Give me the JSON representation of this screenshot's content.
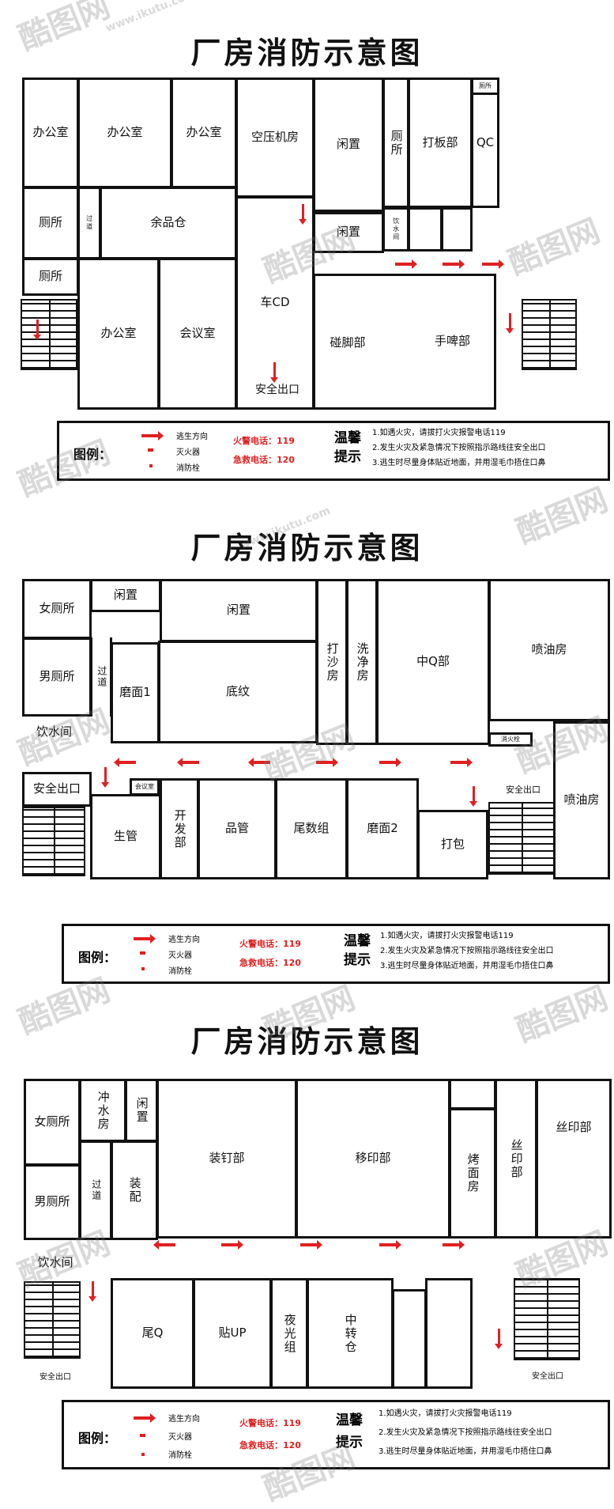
{
  "panels": [
    {
      "title": "厂房消防示意图",
      "rooms": {
        "office1": "办公室",
        "office2": "办公室",
        "office3": "办公室",
        "compressor": "空压机房",
        "idle1": "闲置",
        "toilet_v": "厕所",
        "board": "打板部",
        "qc": "QC",
        "wc_small": "厕所",
        "toilet2": "厕所",
        "corridor": "过道",
        "surplus": "余品仓",
        "toilet3": "厕所",
        "idle2": "闲置",
        "drink": "饮水间",
        "office4": "办公室",
        "meeting": "会议室",
        "car_cd": "车CD",
        "exit": "安全出口",
        "pedal": "碰脚部",
        "hand_beer": "手啤部"
      },
      "legend": {
        "title": "图例：",
        "items": [
          "逃生方向",
          "灭火器",
          "消防栓"
        ],
        "fire_phone": "火警电话：119",
        "emergency_phone": "急救电话：120",
        "warm": "温馨",
        "tip": "提示",
        "tips": [
          "1.如遇火灾，请拔打火灾报警电话119",
          "2.发生火灾及紧急情况下按照指示路线往安全出口",
          "3.逃生时尽量身体贴近地面，并用湿毛巾捂住口鼻"
        ]
      }
    },
    {
      "title": "厂房消防示意图",
      "rooms": {
        "women_wc": "女厕所",
        "idle_a": "闲置",
        "idle_b": "闲置",
        "sandblast": "打沙房",
        "wash": "洗净房",
        "mid_q": "中Q部",
        "spray": "喷油房",
        "corridor": "过道",
        "grind1": "磨面1",
        "texture": "底纹",
        "men_wc": "男厕所",
        "drink": "饮水间",
        "exit_left": "安全出口",
        "meeting_small": "会议室",
        "production": "生管",
        "develop": "开发部",
        "quality": "品管",
        "tail": "尾数组",
        "grind2": "磨面2",
        "pack": "打包",
        "exit_right": "安全出口",
        "spray2": "喷油房",
        "small_label": "消火栓"
      },
      "legend": {
        "title": "图例：",
        "items": [
          "逃生方向",
          "灭火器",
          "消防栓"
        ],
        "fire_phone": "火警电话：119",
        "emergency_phone": "急救电话：120",
        "warm": "温馨",
        "tip": "提示",
        "tips": [
          "1.如遇火灾，请拔打火灾报警电话119",
          "2.发生火灾及紧急情况下按照指示路线往安全出口",
          "3.逃生时尽量身体贴近地面，并用湿毛巾捂住口鼻"
        ]
      }
    },
    {
      "title": "厂房消防示意图",
      "rooms": {
        "women_wc": "女厕所",
        "flush": "冲水房",
        "idle": "闲置",
        "binding": "装钉部",
        "transfer": "移印部",
        "bake": "烤面房",
        "silk": "丝印部",
        "silk2": "丝印部",
        "corridor": "过道",
        "assemble": "装配",
        "men_wc": "男厕所",
        "drink": "饮水间",
        "tail_q": "尾Q",
        "paste": "贴UP",
        "luminous": "夜光组",
        "transit": "中转仓",
        "exit_left": "安全出口",
        "exit_right": "安全出口"
      },
      "legend": {
        "title": "图例：",
        "items": [
          "逃生方向",
          "灭火器",
          "消防栓"
        ],
        "fire_phone": "火警电话：119",
        "emergency_phone": "急救电话：120",
        "warm": "温馨",
        "tip": "提示",
        "tips": [
          "1.如遇火灾，请拔打火灾报警电话119",
          "2.发生火灾及紧急情况下按照指示路线往安全出口",
          "3.逃生时尽量身体贴近地面，并用湿毛巾捂住口鼻"
        ]
      }
    }
  ],
  "watermark": {
    "logo": "酷图网",
    "url": "www.ikutu.com"
  },
  "colors": {
    "exit_red": "#e02020",
    "wall": "#111111"
  }
}
